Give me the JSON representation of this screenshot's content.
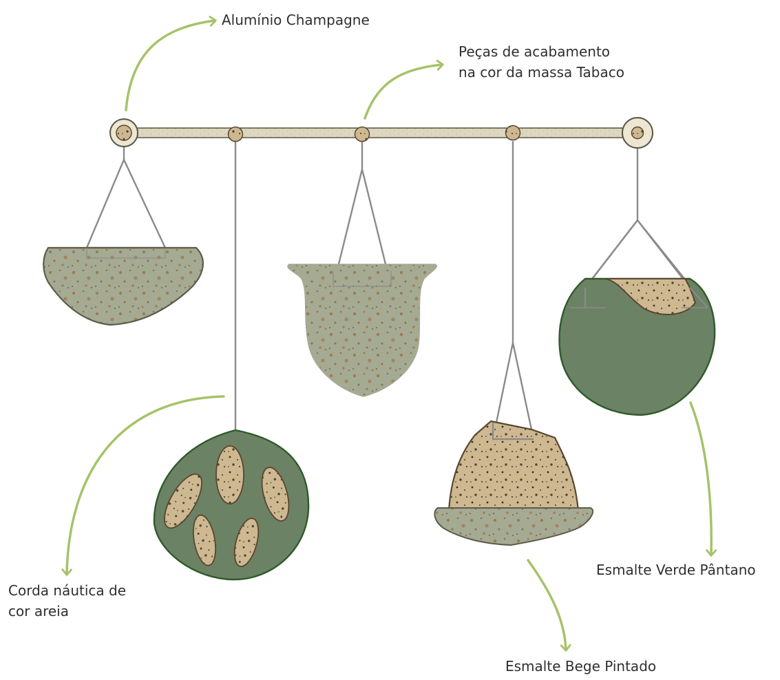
{
  "labels": {
    "aluminio": {
      "line1": "Alumínio Champagne"
    },
    "pecas": {
      "line1": "Peças de acabamento",
      "line2": "na cor da massa Tabaco"
    },
    "corda": {
      "line1": "Corda náutica de",
      "line2": "cor areia"
    },
    "bege": {
      "line1": "Esmalte Bege Pintado"
    },
    "verde": {
      "line1": "Esmalte Verde Pântano"
    }
  },
  "colors": {
    "arrow": "#a6c26a",
    "rod": "#dcd6bf",
    "rod_outline": "#5a5546",
    "wire": "#8a8a8a",
    "celadon": "#a5aa93",
    "rust": "#9a6a3a",
    "swamp_green": "#6b8264",
    "swamp_outline": "#2f5a2a",
    "sand": "#cdb891",
    "sand_outline": "#5a4630",
    "text": "#2f2f2f"
  }
}
